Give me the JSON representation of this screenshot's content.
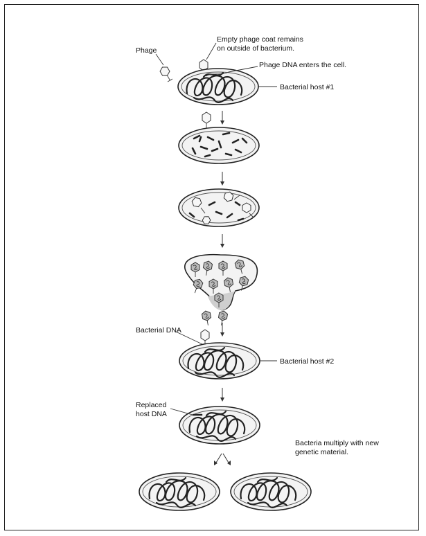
{
  "labels": {
    "phage": "Phage",
    "empty_coat_line1": "Empty phage coat remains",
    "empty_coat_line2": "on outside of bacterium.",
    "phage_dna_enters": "Phage DNA enters the cell.",
    "host1": "Bacterial host #1",
    "bacterial_dna": "Bacterial DNA",
    "host2": "Bacterial host #2",
    "replaced_line1": "Replaced",
    "replaced_line2": "host DNA",
    "multiply_line1": "Bacteria multiply with new",
    "multiply_line2": "genetic material."
  }
}
